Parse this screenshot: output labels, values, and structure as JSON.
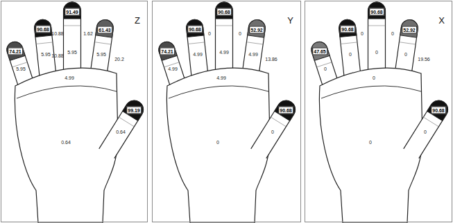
{
  "diagram": {
    "nodes": [
      {
        "text": [
          "Z"
        ]
      },
      {
        "text": [
          "Y"
        ]
      },
      {
        "text": [
          "X"
        ]
      }
    ],
    "labels": [
      "74.21",
      "90.68",
      "91.49",
      "61.43",
      "99.19",
      "10.88",
      "10.88",
      "1.62",
      "20.2",
      "5.95",
      "5.95",
      "5.95",
      "5.95",
      "4.99",
      "0.64",
      "0.64",
      "74.21",
      "90.68",
      "90.68",
      "52.92",
      "90.68",
      "0",
      "0",
      "13.86",
      "4.99",
      "4.99",
      "4.99",
      "4.99",
      "4.99",
      "0",
      "0",
      "47.65",
      "90.68",
      "90.68",
      "52.92",
      "90.68",
      "0",
      "0",
      "19.56",
      "0",
      "0",
      "0",
      "0",
      "0",
      "0",
      "0"
    ]
  }
}
